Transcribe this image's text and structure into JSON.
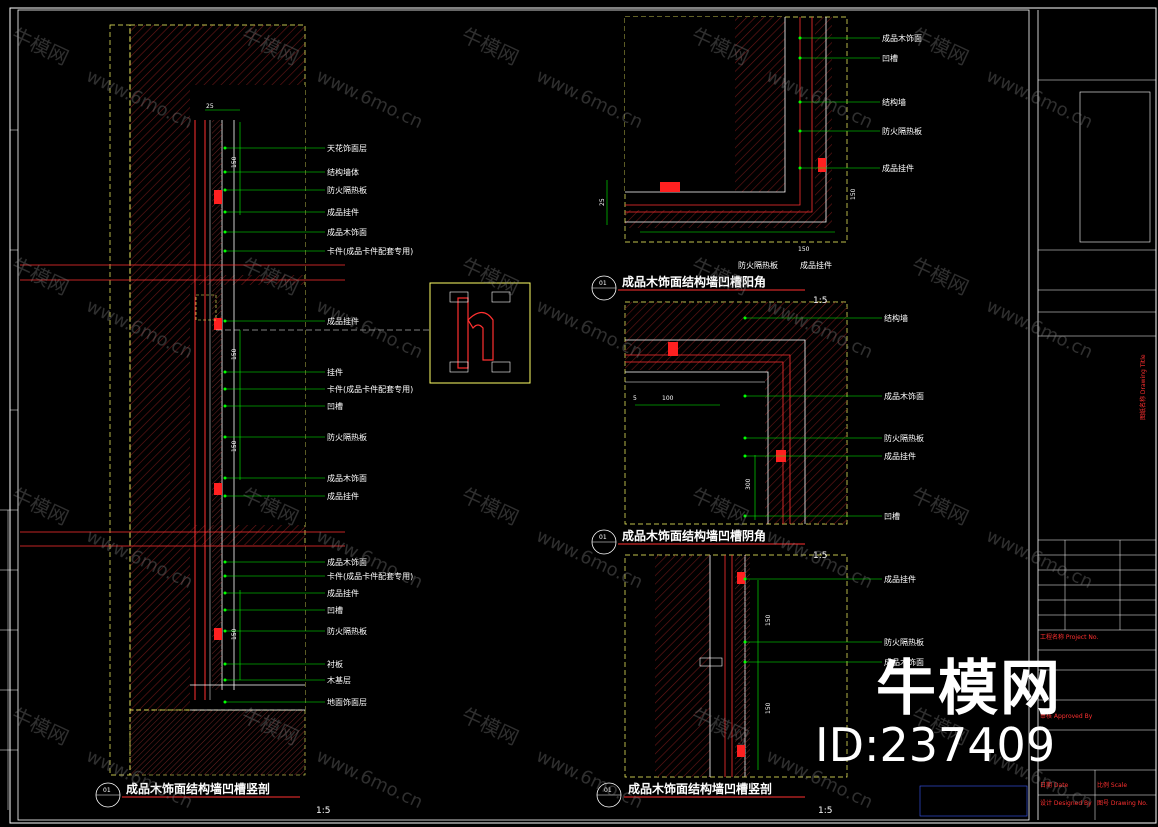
{
  "drawing": {
    "section_a": {
      "labels": [
        "天花饰面层",
        "结构墙体",
        "防火隔热板",
        "成品挂件",
        "成品木饰面",
        "卡件(成品卡件配套专用)",
        "成品挂件",
        "挂件",
        "卡件(成品卡件配套专用)",
        "凹槽",
        "防火隔热板",
        "成品木饰面",
        "成品挂件",
        "成品木饰面",
        "卡件(成品卡件配套专用)",
        "成品挂件",
        "凹槽",
        "防火隔热板",
        "衬板",
        "木基层",
        "地面饰面层"
      ],
      "dims": [
        "25",
        "150",
        "150",
        "150",
        "150"
      ],
      "number": "01",
      "title": "成品木饰面结构墙凹槽竖剖",
      "scale": "1:5"
    },
    "section_b": {
      "labels": [
        "成品木饰面",
        "凹槽",
        "结构墙",
        "防火隔热板",
        "成品挂件",
        "防火隔热板",
        "成品挂件"
      ],
      "dims": [
        "25",
        "150",
        "150"
      ],
      "number": "01",
      "title": "成品木饰面结构墙凹槽阳角",
      "scale": "1:5"
    },
    "section_c": {
      "labels": [
        "结构墙",
        "成品木饰面",
        "防火隔热板",
        "成品挂件",
        "凹槽"
      ],
      "dims": [
        "5",
        "100",
        "300"
      ],
      "number": "01",
      "title": "成品木饰面结构墙凹槽阴角",
      "scale": "1:5"
    },
    "section_d": {
      "labels": [
        "成品挂件",
        "防火隔热板",
        "成品木饰面"
      ],
      "dims": [
        "150",
        "150"
      ],
      "number": "01",
      "title": "成品木饰面结构墙凹槽竖剖",
      "scale": "1:5"
    }
  },
  "title_block": {
    "rows": [
      "工程名称 Project No.",
      "审核 Approved By",
      "日期 Date",
      "图号 Drawing No.",
      "比例 Scale",
      "设计 Designed By"
    ],
    "vertical_note": "图纸名称 Drawing Title"
  },
  "watermark": {
    "brand": "牛模网",
    "id_text": "ID:237409",
    "url": "www.6mo.cn"
  },
  "colors": {
    "background": "#000000",
    "line_white": "#ffffff",
    "line_green": "#00ff00",
    "line_red": "#ff2020",
    "hatch": "#7a1a1a",
    "line_yellow": "#ffff66"
  }
}
